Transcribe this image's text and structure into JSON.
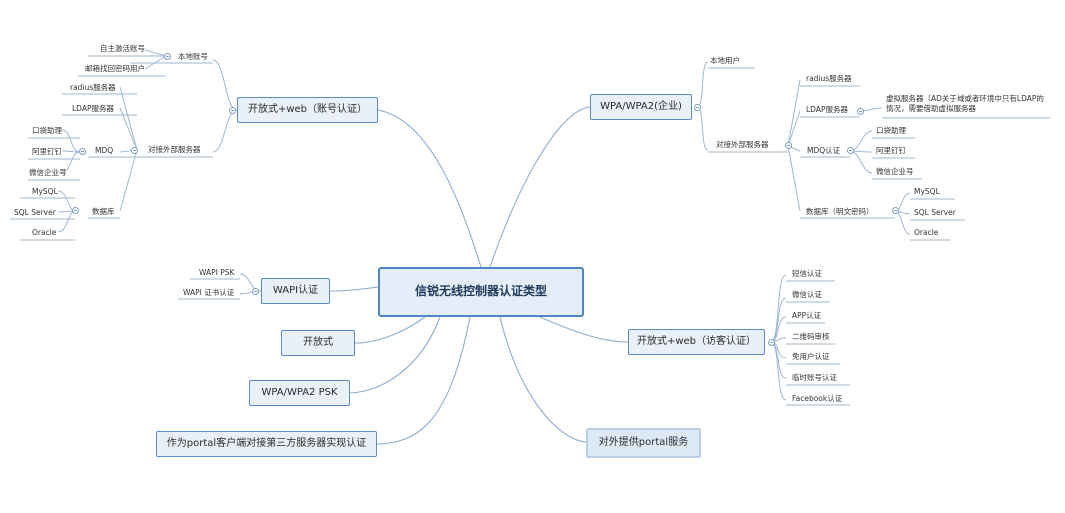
{
  "root": "信锐无线控制器认证类型",
  "left": {
    "open_web": {
      "label": "开放式+web（账号认证）",
      "local": {
        "label": "本地账号",
        "children": [
          "自主激活账号",
          "邮箱找回密码用户"
        ]
      },
      "external": {
        "label": "对接外部服务器",
        "radius": "radius服务器",
        "ldap": "LDAP服务器",
        "mdq": {
          "label": "MDQ",
          "children": [
            "口袋助理",
            "阿里钉钉",
            "微信企业号"
          ]
        },
        "db": {
          "label": "数据库",
          "children": [
            "MySQL",
            "SQL Server",
            "Oracle"
          ]
        }
      }
    },
    "wapi": {
      "label": "WAPI认证",
      "children": [
        "WAPI PSK",
        "WAPI 证书认证"
      ]
    },
    "open": "开放式",
    "wpa_psk": "WPA/WPA2 PSK",
    "portal_client": "作为portal客户端对接第三方服务器实现认证"
  },
  "right": {
    "wpa_enterprise": {
      "label": "WPA/WPA2(企业)",
      "local_user": "本地用户",
      "external": {
        "label": "对接外部服务器",
        "radius": "radius服务器",
        "ldap": {
          "label": "LDAP服务器",
          "child": "虚拟服务器（AD关于域或者环境中只有LDAP的情况，需要借助虚拟服务器"
        },
        "mdq": {
          "label": "MDQ认证",
          "children": [
            "口袋助理",
            "阿里钉钉",
            "微信企业号"
          ]
        },
        "db": {
          "label": "数据库（明文密码）",
          "children": [
            "MySQL",
            "SQL Server",
            "Oracle"
          ]
        }
      }
    },
    "open_web_visitor": {
      "label": "开放式+web（访客认证）",
      "children": [
        "短信认证",
        "微信认证",
        "APP认证",
        "二维码审核",
        "免用户认证",
        "临时账号认证",
        "Facebook认证"
      ]
    },
    "portal_service": "对外提供portal服务"
  }
}
